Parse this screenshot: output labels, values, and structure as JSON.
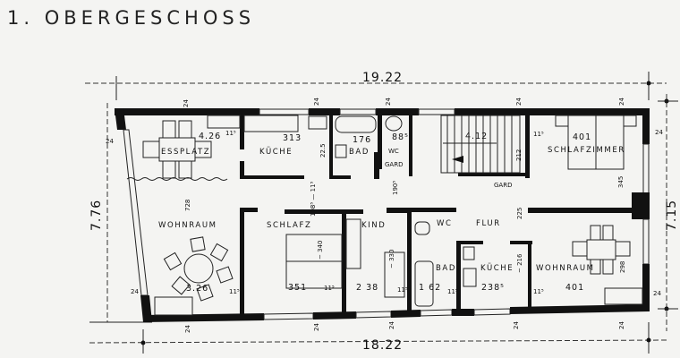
{
  "title": "1. OBERGESCHOSS",
  "dimensions": {
    "top": "19.22",
    "bottom": "18.22",
    "left": "7.76",
    "right": "7.15"
  },
  "rooms": {
    "essplatz": "ESSPLATZ",
    "kueche_top": "KÜCHE",
    "bad_top": "BAD",
    "wc_top": "WC",
    "gard_top": "GARD",
    "schlafzimmer": "SCHLAFZIMMER",
    "gard_stair": "GARD",
    "wohnraum_left": "WOHNRAUM",
    "schlafz": "SCHLAFZ",
    "kind": "KIND",
    "wc_bottom": "WC",
    "flur": "FLUR",
    "bad_bottom": "BAD",
    "kueche_bottom": "KÜCHE",
    "wohnraum_right": "WOHNRAUM"
  },
  "measures": {
    "essplatz_w": "4.26",
    "wall_115a": "11⁵",
    "kueche_w": "313",
    "kueche_h": "22.5",
    "bad_w": "176",
    "wc_w": "88⁵",
    "wc_h": "190⁵",
    "hall_h": "108⁵ — 11⁵",
    "stair": "4.12",
    "stair_h": "212",
    "wall_115b": "11⁵",
    "schlaf_w": "401",
    "schlaf_h": "345",
    "wohn_h": "728",
    "wohn_w": "3.26",
    "wall_24_left": "24",
    "wall_115c": "11⁵",
    "schlafz_h": "~ 340",
    "schlafz_w": "351",
    "wall_115d": "11⁵",
    "kind_w": "2 38",
    "kind_h": "~ 330",
    "wall_115e": "11⁵",
    "bad2_w": "1 62",
    "wall_115f": "11⁵",
    "kueche2_w": "238⁵",
    "kueche2_h": "~ 216",
    "flur_h": "225",
    "wall_115g": "11⁵",
    "wohn2_w": "401",
    "wohn2_h": "298",
    "wall_24_right": "24",
    "wall_24_right_top": "24",
    "wall_24_left_top": "24"
  },
  "wall_marks_top": [
    "24",
    "24",
    "24",
    "24",
    "24"
  ],
  "wall_marks_bottom": [
    "24",
    "24",
    "24",
    "24",
    "24"
  ],
  "colors": {
    "ink": "#111111",
    "paper": "#f4f4f2"
  }
}
